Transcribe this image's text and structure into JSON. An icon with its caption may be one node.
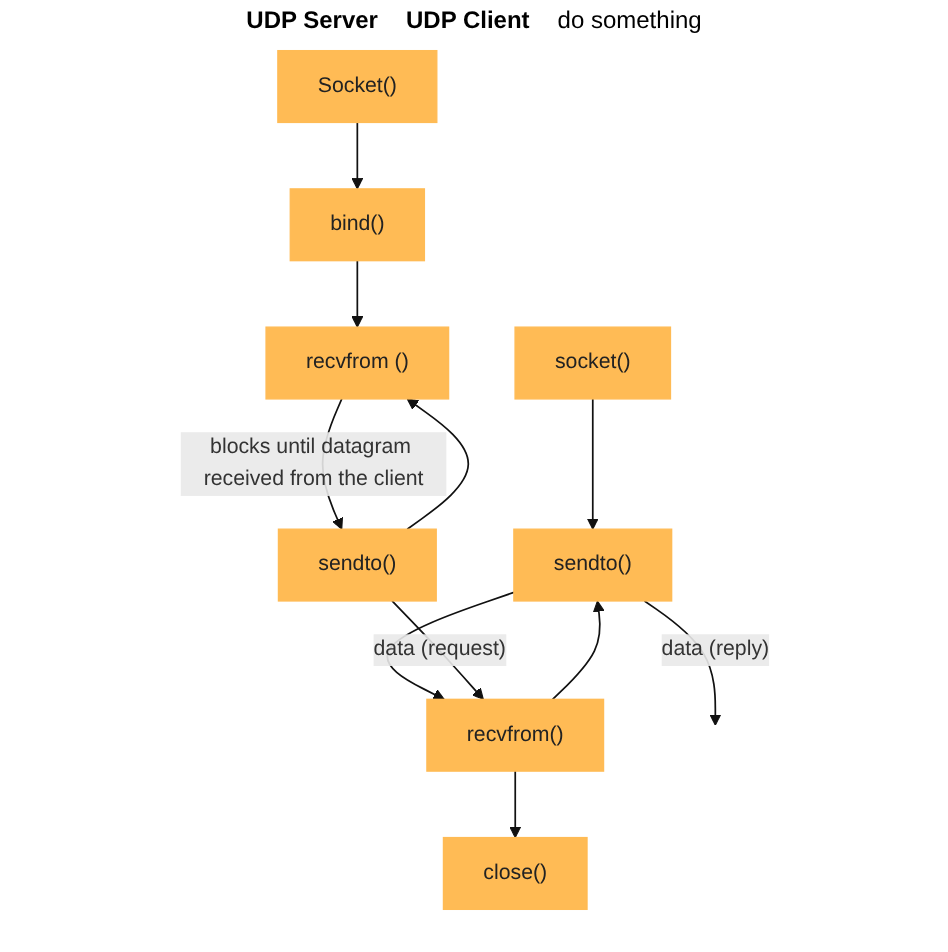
{
  "diagram": {
    "nodes": [
      {
        "text": [
          "socket()"
        ]
      },
      {
        "text": [
          "sendto()"
        ]
      },
      {
        "text": [
          "recvfrom()"
        ]
      },
      {
        "text": [
          "close()"
        ]
      },
      {
        "text": [
          "Socket()"
        ]
      },
      {
        "text": [
          "bind()"
        ]
      },
      {
        "text": [
          "recvfrom ()"
        ]
      },
      {
        "text": [
          "sendto()"
        ]
      }
    ],
    "edges": [
      {
        "from": 0,
        "to": 1,
        "arrow": "to"
      },
      {
        "from": 1,
        "to": 2,
        "arrow": "to"
      },
      {
        "from": 2,
        "to": 1,
        "arrow": "to"
      },
      {
        "from": 2,
        "to": 3,
        "arrow": "to"
      },
      {
        "from": 4,
        "to": 5,
        "arrow": "to"
      },
      {
        "from": 5,
        "to": 6,
        "arrow": "to"
      },
      {
        "from": 6,
        "to": 7,
        "label": "blocks until datagram received from the client",
        "arrow": "to"
      },
      {
        "from": 7,
        "to": 6,
        "arrow": "to"
      },
      {
        "from": 1,
        "to": null,
        "label": "data (reply)",
        "arrow": "to"
      },
      {
        "from": 7,
        "to": 2,
        "label": "data (request)",
        "arrow": "to"
      }
    ],
    "labels": [
      "UDP Server",
      "UDP Client",
      "do something"
    ]
  }
}
